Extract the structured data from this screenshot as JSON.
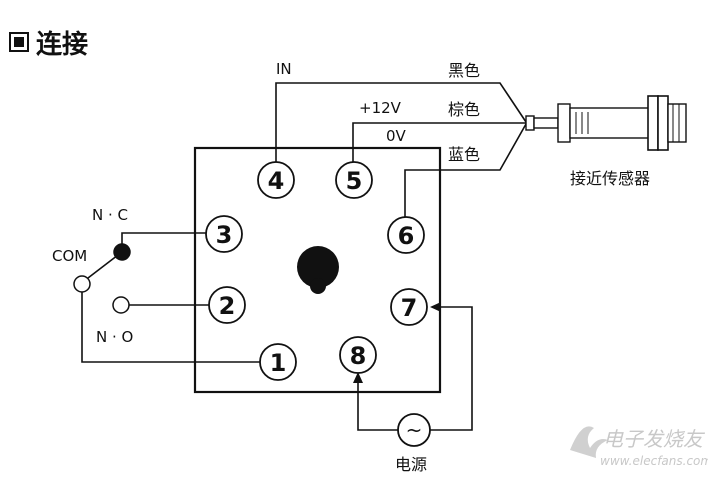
{
  "title": "连接",
  "wire_labels": {
    "in": "IN",
    "plus12v": "+12V",
    "zero_v": "0V",
    "black": "黑色",
    "brown": "棕色",
    "blue": "蓝色"
  },
  "switch_labels": {
    "nc": "N · C",
    "com": "COM",
    "no": "N · O"
  },
  "pins": [
    "1",
    "2",
    "3",
    "4",
    "5",
    "6",
    "7",
    "8"
  ],
  "sensor_label": "接近传感器",
  "power_label": "电源",
  "ac_symbol": "~",
  "watermark": {
    "cn": "电子发烧友",
    "url": "www.elecfans.com"
  }
}
